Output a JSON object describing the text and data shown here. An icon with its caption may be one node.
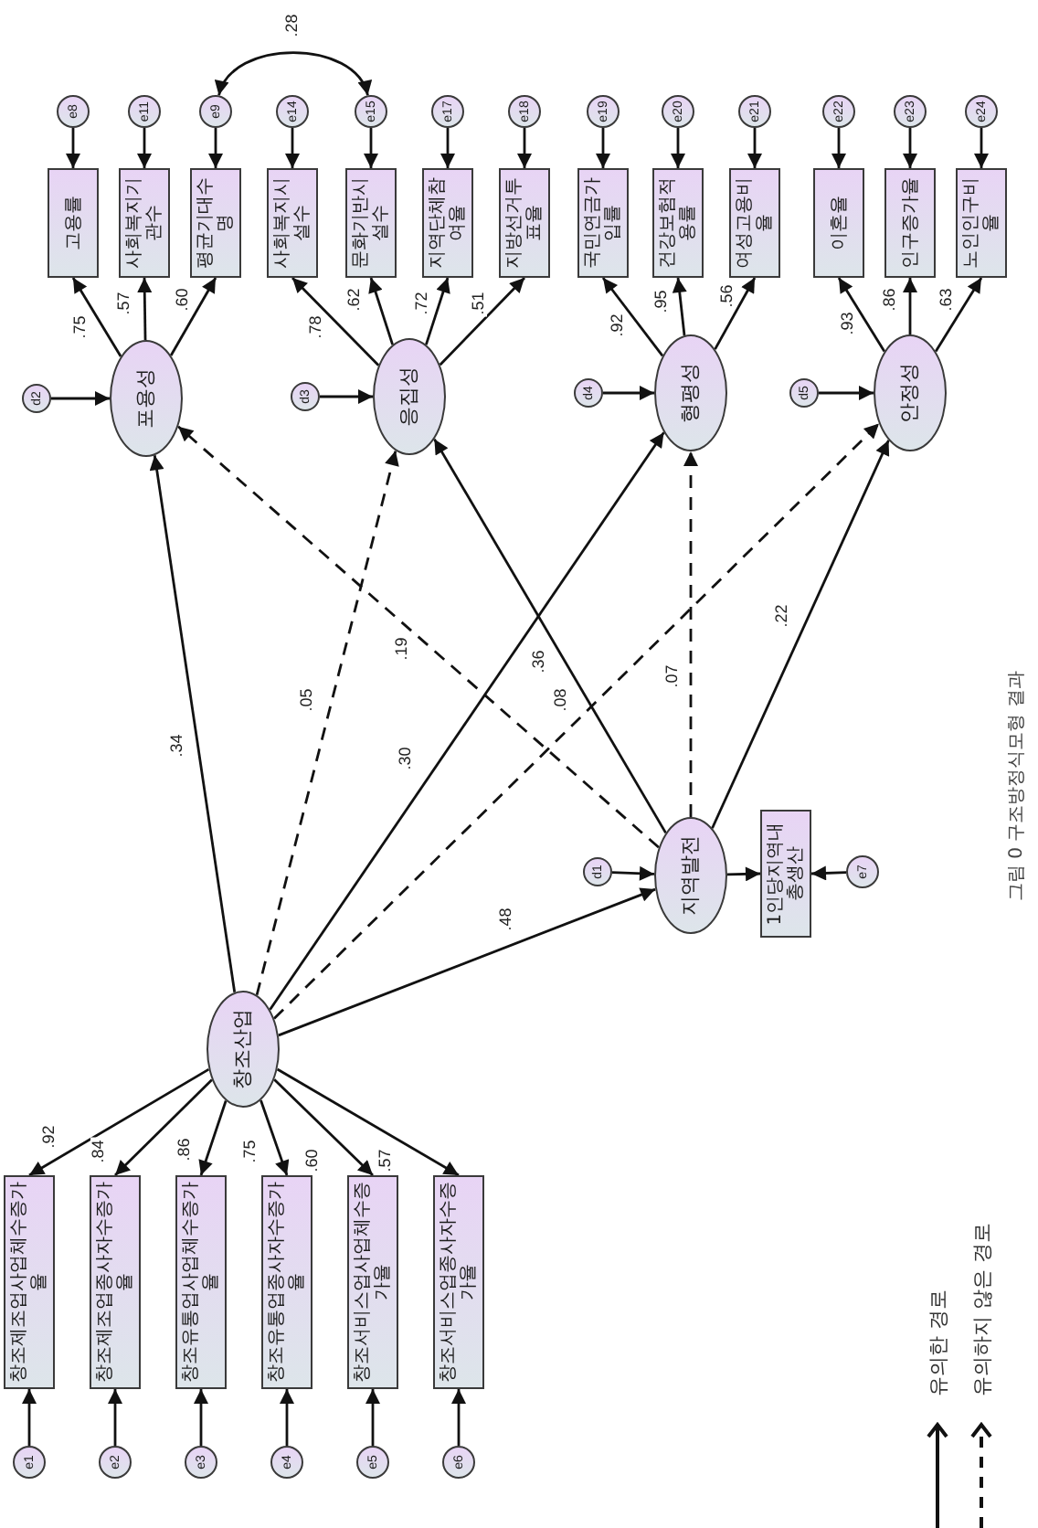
{
  "diagram": {
    "caption": "그림 0 구조방정식모형 결과",
    "nodes": [
      {
        "text": [
          "창조산업"
        ]
      },
      {
        "text": [
          "창조제조업사업체수증가율"
        ]
      },
      {
        "text": [
          "창조제조업종사자수증가율"
        ]
      },
      {
        "text": [
          "창조유통업사업체수증가율"
        ]
      },
      {
        "text": [
          "창조유통업종사자수증가율"
        ]
      },
      {
        "text": [
          "창조서비스업사업체수증가율"
        ]
      },
      {
        "text": [
          "창조서비스업종사자수증가율"
        ]
      },
      {
        "text": [
          "e1"
        ]
      },
      {
        "text": [
          "e2"
        ]
      },
      {
        "text": [
          "e3"
        ]
      },
      {
        "text": [
          "e4"
        ]
      },
      {
        "text": [
          "e5"
        ]
      },
      {
        "text": [
          "e6"
        ]
      },
      {
        "text": [
          "지역발전"
        ]
      },
      {
        "text": [
          "1인당지역내총생산"
        ]
      },
      {
        "text": [
          "e7"
        ]
      },
      {
        "text": [
          "d1"
        ]
      },
      {
        "text": [
          "포용성"
        ]
      },
      {
        "text": [
          "응집성"
        ]
      },
      {
        "text": [
          "형평성"
        ]
      },
      {
        "text": [
          "안정성"
        ]
      },
      {
        "text": [
          "d2"
        ]
      },
      {
        "text": [
          "d3"
        ]
      },
      {
        "text": [
          "d4"
        ]
      },
      {
        "text": [
          "d5"
        ]
      },
      {
        "text": [
          "고용률"
        ]
      },
      {
        "text": [
          "사회복지기관수"
        ]
      },
      {
        "text": [
          "평균기대수명"
        ]
      },
      {
        "text": [
          "사회복지시설수"
        ]
      },
      {
        "text": [
          "문화기반시설수"
        ]
      },
      {
        "text": [
          "지역단체참여율"
        ]
      },
      {
        "text": [
          "지방선거투표율"
        ]
      },
      {
        "text": [
          "국민연금가입률"
        ]
      },
      {
        "text": [
          "건강보험적용률"
        ]
      },
      {
        "text": [
          "여성고용비율"
        ]
      },
      {
        "text": [
          "이혼율"
        ]
      },
      {
        "text": [
          "인구증가율"
        ]
      },
      {
        "text": [
          "노인인구비율"
        ]
      },
      {
        "text": [
          "e8"
        ]
      },
      {
        "text": [
          "e11"
        ]
      },
      {
        "text": [
          "e9"
        ]
      },
      {
        "text": [
          "e14"
        ]
      },
      {
        "text": [
          "e15"
        ]
      },
      {
        "text": [
          "e17"
        ]
      },
      {
        "text": [
          "e18"
        ]
      },
      {
        "text": [
          "e19"
        ]
      },
      {
        "text": [
          "e20"
        ]
      },
      {
        "text": [
          "e21"
        ]
      },
      {
        "text": [
          "e22"
        ]
      },
      {
        "text": [
          "e23"
        ]
      },
      {
        "text": [
          "e24"
        ]
      }
    ],
    "edges": [
      {
        "from": 0,
        "to": 1,
        "arrow": "to",
        "label": ".92"
      },
      {
        "from": 0,
        "to": 2,
        "arrow": "to",
        "label": ".84"
      },
      {
        "from": 0,
        "to": 3,
        "arrow": "to",
        "label": ".86"
      },
      {
        "from": 0,
        "to": 4,
        "arrow": "to",
        "label": ".75"
      },
      {
        "from": 0,
        "to": 5,
        "arrow": "to",
        "label": ".60"
      },
      {
        "from": 0,
        "to": 6,
        "arrow": "to",
        "label": ".57"
      },
      {
        "from": 7,
        "to": 1,
        "arrow": "to"
      },
      {
        "from": 8,
        "to": 2,
        "arrow": "to"
      },
      {
        "from": 9,
        "to": 3,
        "arrow": "to"
      },
      {
        "from": 10,
        "to": 4,
        "arrow": "to"
      },
      {
        "from": 11,
        "to": 5,
        "arrow": "to"
      },
      {
        "from": 12,
        "to": 6,
        "arrow": "to"
      },
      {
        "from": 0,
        "to": 13,
        "arrow": "to",
        "label": ".48"
      },
      {
        "from": 0,
        "to": 17,
        "arrow": "to",
        "label": ".34"
      },
      {
        "from": 0,
        "to": 18,
        "arrow": "to",
        "label": ".05",
        "style": "dashed"
      },
      {
        "from": 0,
        "to": 19,
        "arrow": "to",
        "label": ".30"
      },
      {
        "from": 0,
        "to": 20,
        "arrow": "to",
        "label": ".08",
        "style": "dashed"
      },
      {
        "from": 13,
        "to": 17,
        "arrow": "to",
        "label": ".19",
        "style": "dashed"
      },
      {
        "from": 13,
        "to": 18,
        "arrow": "to",
        "label": ".36"
      },
      {
        "from": 13,
        "to": 19,
        "arrow": "to",
        "label": ".07",
        "style": "dashed"
      },
      {
        "from": 13,
        "to": 20,
        "arrow": "to",
        "label": ".22"
      },
      {
        "from": 13,
        "to": 14,
        "arrow": "to"
      },
      {
        "from": 15,
        "to": 14,
        "arrow": "to"
      },
      {
        "from": 16,
        "to": 13,
        "arrow": "to"
      },
      {
        "from": 21,
        "to": 17,
        "arrow": "to"
      },
      {
        "from": 22,
        "to": 18,
        "arrow": "to"
      },
      {
        "from": 23,
        "to": 19,
        "arrow": "to"
      },
      {
        "from": 24,
        "to": 20,
        "arrow": "to"
      },
      {
        "from": 17,
        "to": 25,
        "arrow": "to",
        "label": ".75"
      },
      {
        "from": 17,
        "to": 26,
        "arrow": "to",
        "label": ".57"
      },
      {
        "from": 17,
        "to": 27,
        "arrow": "to",
        "label": ".60"
      },
      {
        "from": 18,
        "to": 28,
        "arrow": "to",
        "label": ".78"
      },
      {
        "from": 18,
        "to": 29,
        "arrow": "to",
        "label": ".62"
      },
      {
        "from": 18,
        "to": 30,
        "arrow": "to",
        "label": ".72"
      },
      {
        "from": 18,
        "to": 31,
        "arrow": "to",
        "label": ".51"
      },
      {
        "from": 19,
        "to": 32,
        "arrow": "to",
        "label": ".92"
      },
      {
        "from": 19,
        "to": 33,
        "arrow": "to",
        "label": ".95"
      },
      {
        "from": 19,
        "to": 34,
        "arrow": "to",
        "label": ".56"
      },
      {
        "from": 20,
        "to": 35,
        "arrow": "to",
        "label": ".93"
      },
      {
        "from": 20,
        "to": 36,
        "arrow": "to",
        "label": ".86"
      },
      {
        "from": 20,
        "to": 37,
        "arrow": "to",
        "label": ".63"
      },
      {
        "from": 38,
        "to": 25,
        "arrow": "to"
      },
      {
        "from": 39,
        "to": 26,
        "arrow": "to"
      },
      {
        "from": 40,
        "to": 27,
        "arrow": "to"
      },
      {
        "from": 41,
        "to": 28,
        "arrow": "to"
      },
      {
        "from": 42,
        "to": 29,
        "arrow": "to"
      },
      {
        "from": 43,
        "to": 30,
        "arrow": "to"
      },
      {
        "from": 44,
        "to": 31,
        "arrow": "to"
      },
      {
        "from": 45,
        "to": 32,
        "arrow": "to"
      },
      {
        "from": 46,
        "to": 33,
        "arrow": "to"
      },
      {
        "from": 47,
        "to": 34,
        "arrow": "to"
      },
      {
        "from": 48,
        "to": 35,
        "arrow": "to"
      },
      {
        "from": 49,
        "to": 36,
        "arrow": "to"
      },
      {
        "from": 50,
        "to": 37,
        "arrow": "to"
      },
      {
        "from": 40,
        "to": 42,
        "arrow": "both",
        "label": ".28"
      }
    ],
    "legend": [
      {
        "text": "유의한 경로"
      },
      {
        "text": "유의하지 않은 경로"
      }
    ]
  }
}
